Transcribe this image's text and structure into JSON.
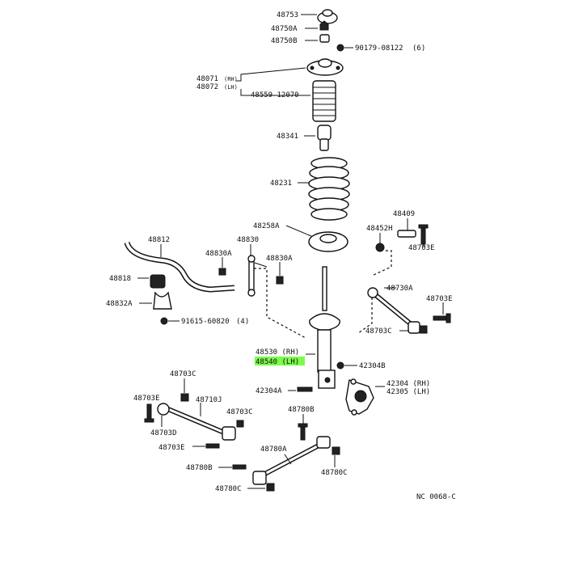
{
  "diagram": {
    "labels": {
      "p48753": "48753",
      "p48750A": "48750A",
      "p48750B": "48750B",
      "p90179": "90179-08122",
      "p90179_qty": "(6)",
      "p48071": "48071",
      "p48071_side": "(RH)",
      "p48072": "48072",
      "p48072_side": "(LH)",
      "p48559": "48559-12070",
      "p48341": "48341",
      "p48231": "48231",
      "p48258A": "48258A",
      "p48409": "48409",
      "p48452H": "48452H",
      "p48703E_a": "48703E",
      "p48812": "48812",
      "p48830": "48830",
      "p48830A_a": "48830A",
      "p48830A_b": "48830A",
      "p48818": "48818",
      "p48832A": "48832A",
      "p91615": "91615-60820",
      "p91615_qty": "(4)",
      "p48730A": "48730A",
      "p48703E_b": "48703E",
      "p48703C_a": "48703C",
      "p48530": "48530 (RH)",
      "p48540": "48540 (LH)",
      "p42304B": "42304B",
      "p42304A": "42304A",
      "p42304": "42304 (RH)",
      "p42305": "42305 (LH)",
      "p48703C_b": "48703C",
      "p48703E_c": "48703E",
      "p48710J": "48710J",
      "p48703D": "48703D",
      "p48703C_c": "48703C",
      "p48703E_d": "48703E",
      "p48780B_a": "48780B",
      "p48780A": "48780A",
      "p48780B_b": "48780B",
      "p48780C_a": "48780C",
      "p48780C_b": "48780C",
      "footer_code": "NC  0068-C"
    },
    "highlight_color": "#7CFC4A"
  }
}
